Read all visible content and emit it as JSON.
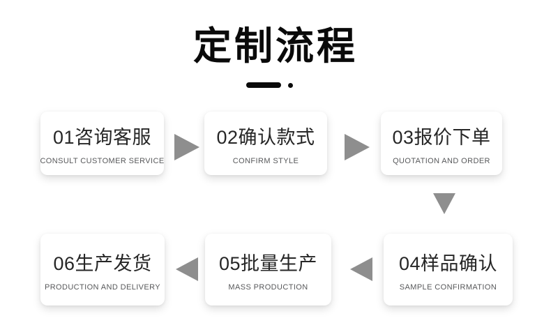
{
  "header": {
    "title": "定制流程",
    "accent_color": "#0a0a0a"
  },
  "flow": {
    "arrow_color": "#8e8e8e",
    "arrows": {
      "step1_to_step2": "right",
      "step2_to_step3": "right",
      "step3_to_step4": "down",
      "step4_to_step5": "left",
      "step5_to_step6": "left"
    }
  },
  "steps": [
    {
      "number": "01",
      "title_zh": "咨询客服",
      "title_en": "CONSULT CUSTOMER SERVICE"
    },
    {
      "number": "02",
      "title_zh": "确认款式",
      "title_en": "CONFIRM STYLE"
    },
    {
      "number": "03",
      "title_zh": "报价下单",
      "title_en": "QUOTATION AND ORDER"
    },
    {
      "number": "04",
      "title_zh": "样品确认",
      "title_en": "SAMPLE CONFIRMATION"
    },
    {
      "number": "05",
      "title_zh": "批量生产",
      "title_en": "MASS PRODUCTION"
    },
    {
      "number": "06",
      "title_zh": "生产发货",
      "title_en": "PRODUCTION AND DELIVERY"
    }
  ]
}
